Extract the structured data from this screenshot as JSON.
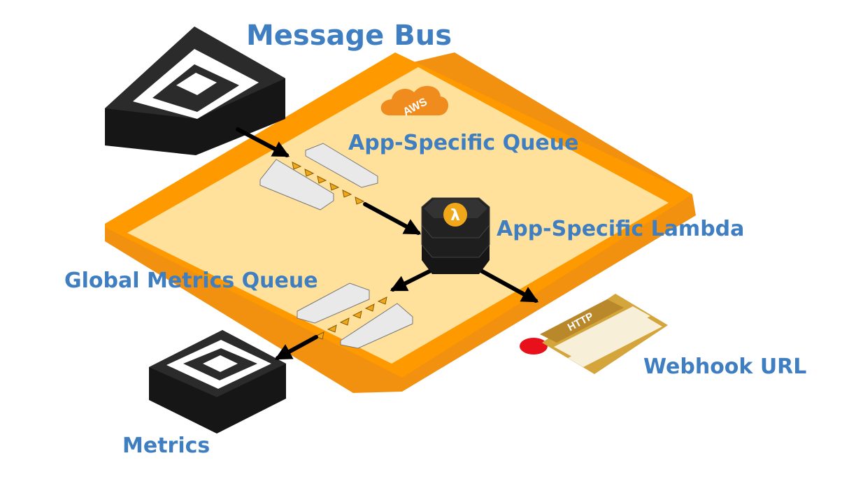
{
  "title": "Message Bus",
  "labels": {
    "app_queue": "App-Specific Queue",
    "app_lambda": "App-Specific Lambda",
    "metrics_queue": "Global Metrics Queue",
    "webhook": "Webhook URL",
    "metrics": "Metrics"
  },
  "badges": {
    "aws": "AWS",
    "http": "HTTP",
    "lambda_symbol": "λ"
  },
  "colors": {
    "label_blue": "#3f7fc1",
    "platform_orange": "#ff9900",
    "platform_fill": "#ffe19c",
    "device_dark": "#2b2b2b",
    "webhook_gold": "#d4a53a",
    "dot_red": "#e8101a"
  },
  "icons": [
    "device-icon",
    "aws-cloud-icon",
    "lambda-icon",
    "http-badge-icon",
    "queue-icon",
    "arrow-icon"
  ]
}
